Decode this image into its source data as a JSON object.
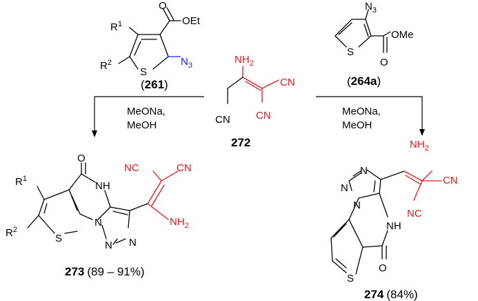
{
  "colors": {
    "black": "#000000",
    "red": "#e8141c",
    "blue": "#1a1aff"
  },
  "atoms": {
    "O": "O",
    "OEt": "OEt",
    "OMe": "OMe",
    "S": "S",
    "N": "N",
    "NH": "NH",
    "N3_main": "N",
    "N3_sub": "3",
    "R": "R",
    "sup1": "1",
    "sup2": "2",
    "NH2_main": "NH",
    "NH2_sub": "2",
    "CN": "CN",
    "NC": "NC"
  },
  "compounds": {
    "c261": "261",
    "c264a": "264a",
    "c272": "272",
    "c273": "273",
    "c273_yield": "(89 – 91%)",
    "c274": "274",
    "c274_yield": "(84%)"
  },
  "conditions": {
    "left_line1": "MeONa,",
    "left_line2": "MeOH",
    "right_line1": "MeONa,",
    "right_line2": "MeOH"
  },
  "paren_open": "(",
  "paren_close": ")"
}
